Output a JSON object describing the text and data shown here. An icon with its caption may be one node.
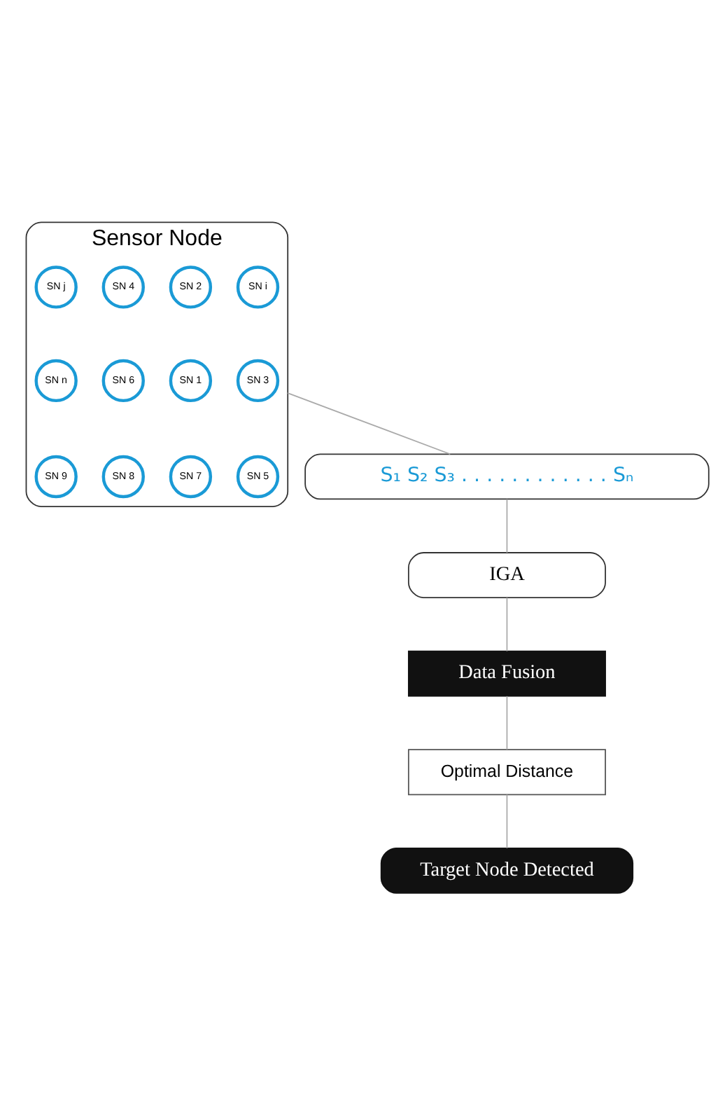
{
  "diagram": {
    "nodes": [
      {
        "text": [
          "Sensor Node"
        ]
      },
      {
        "text": [
          "SN i"
        ],
        "in": 0
      },
      {
        "text": [
          "SN 2"
        ],
        "in": 0
      },
      {
        "text": [
          "SN 4"
        ],
        "in": 0
      },
      {
        "text": [
          "SN j"
        ],
        "in": 0
      },
      {
        "text": [
          "SN 6"
        ],
        "in": 0
      },
      {
        "text": [
          "SN 1"
        ],
        "in": 0
      },
      {
        "text": [
          "SN 3"
        ],
        "in": 0
      },
      {
        "text": [
          "SN n"
        ],
        "in": 0
      },
      {
        "text": [
          "SN 5"
        ],
        "in": 0
      },
      {
        "text": [
          "SN 7"
        ],
        "in": 0
      },
      {
        "text": [
          "SN 8"
        ],
        "in": 0
      },
      {
        "text": [
          "SN 9"
        ],
        "in": 0
      },
      {
        "text": [
          "S₁ S₂ S₃ . . . . . . . . . . . . Sₙ"
        ]
      },
      {
        "text": [
          "IGA"
        ]
      },
      {
        "text": [
          "Data Fusion"
        ]
      },
      {
        "text": [
          "Optimal Distance"
        ]
      },
      {
        "text": [
          "Target Node Detected"
        ]
      }
    ],
    "edges": [
      {
        "from": 0,
        "to": 13,
        "arrow": "none"
      },
      {
        "from": 13,
        "to": 14,
        "arrow": "none"
      },
      {
        "from": 14,
        "to": 15,
        "arrow": "none"
      },
      {
        "from": 15,
        "to": 16,
        "arrow": "none"
      },
      {
        "from": 16,
        "to": 17,
        "arrow": "none"
      }
    ]
  }
}
